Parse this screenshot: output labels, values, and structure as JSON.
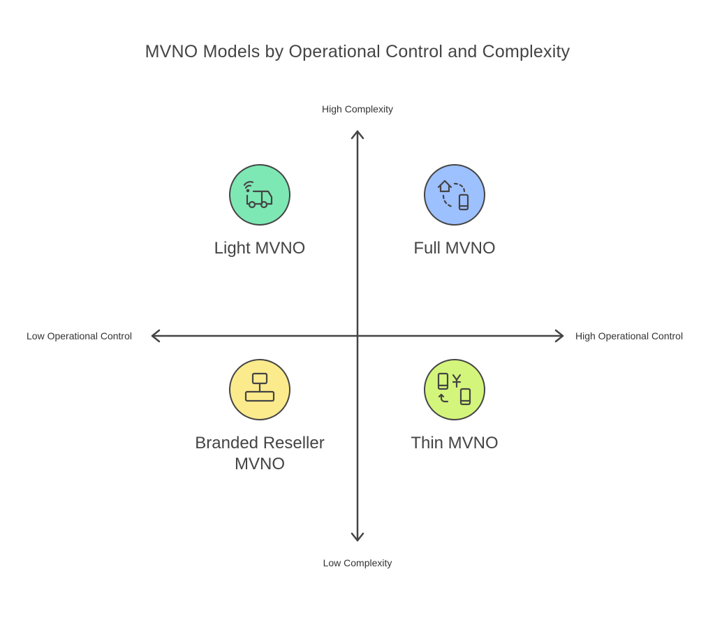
{
  "title": "MVNO Models by Operational Control and Complexity",
  "axes": {
    "top": "High Complexity",
    "bottom": "Low Complexity",
    "left": "Low Operational Control",
    "right": "High Operational Control"
  },
  "quadrants": [
    {
      "label": "Light MVNO",
      "icon": "truck-wifi-icon",
      "color": "#7EE8B4"
    },
    {
      "label": "Full MVNO",
      "icon": "home-phone-icon",
      "color": "#9DC0FF"
    },
    {
      "label": "Branded Reseller MVNO",
      "icon": "flowchart-icon",
      "color": "#FCEB8C"
    },
    {
      "label": "Thin MVNO",
      "icon": "phones-yen-icon",
      "color": "#D4F57C"
    }
  ]
}
